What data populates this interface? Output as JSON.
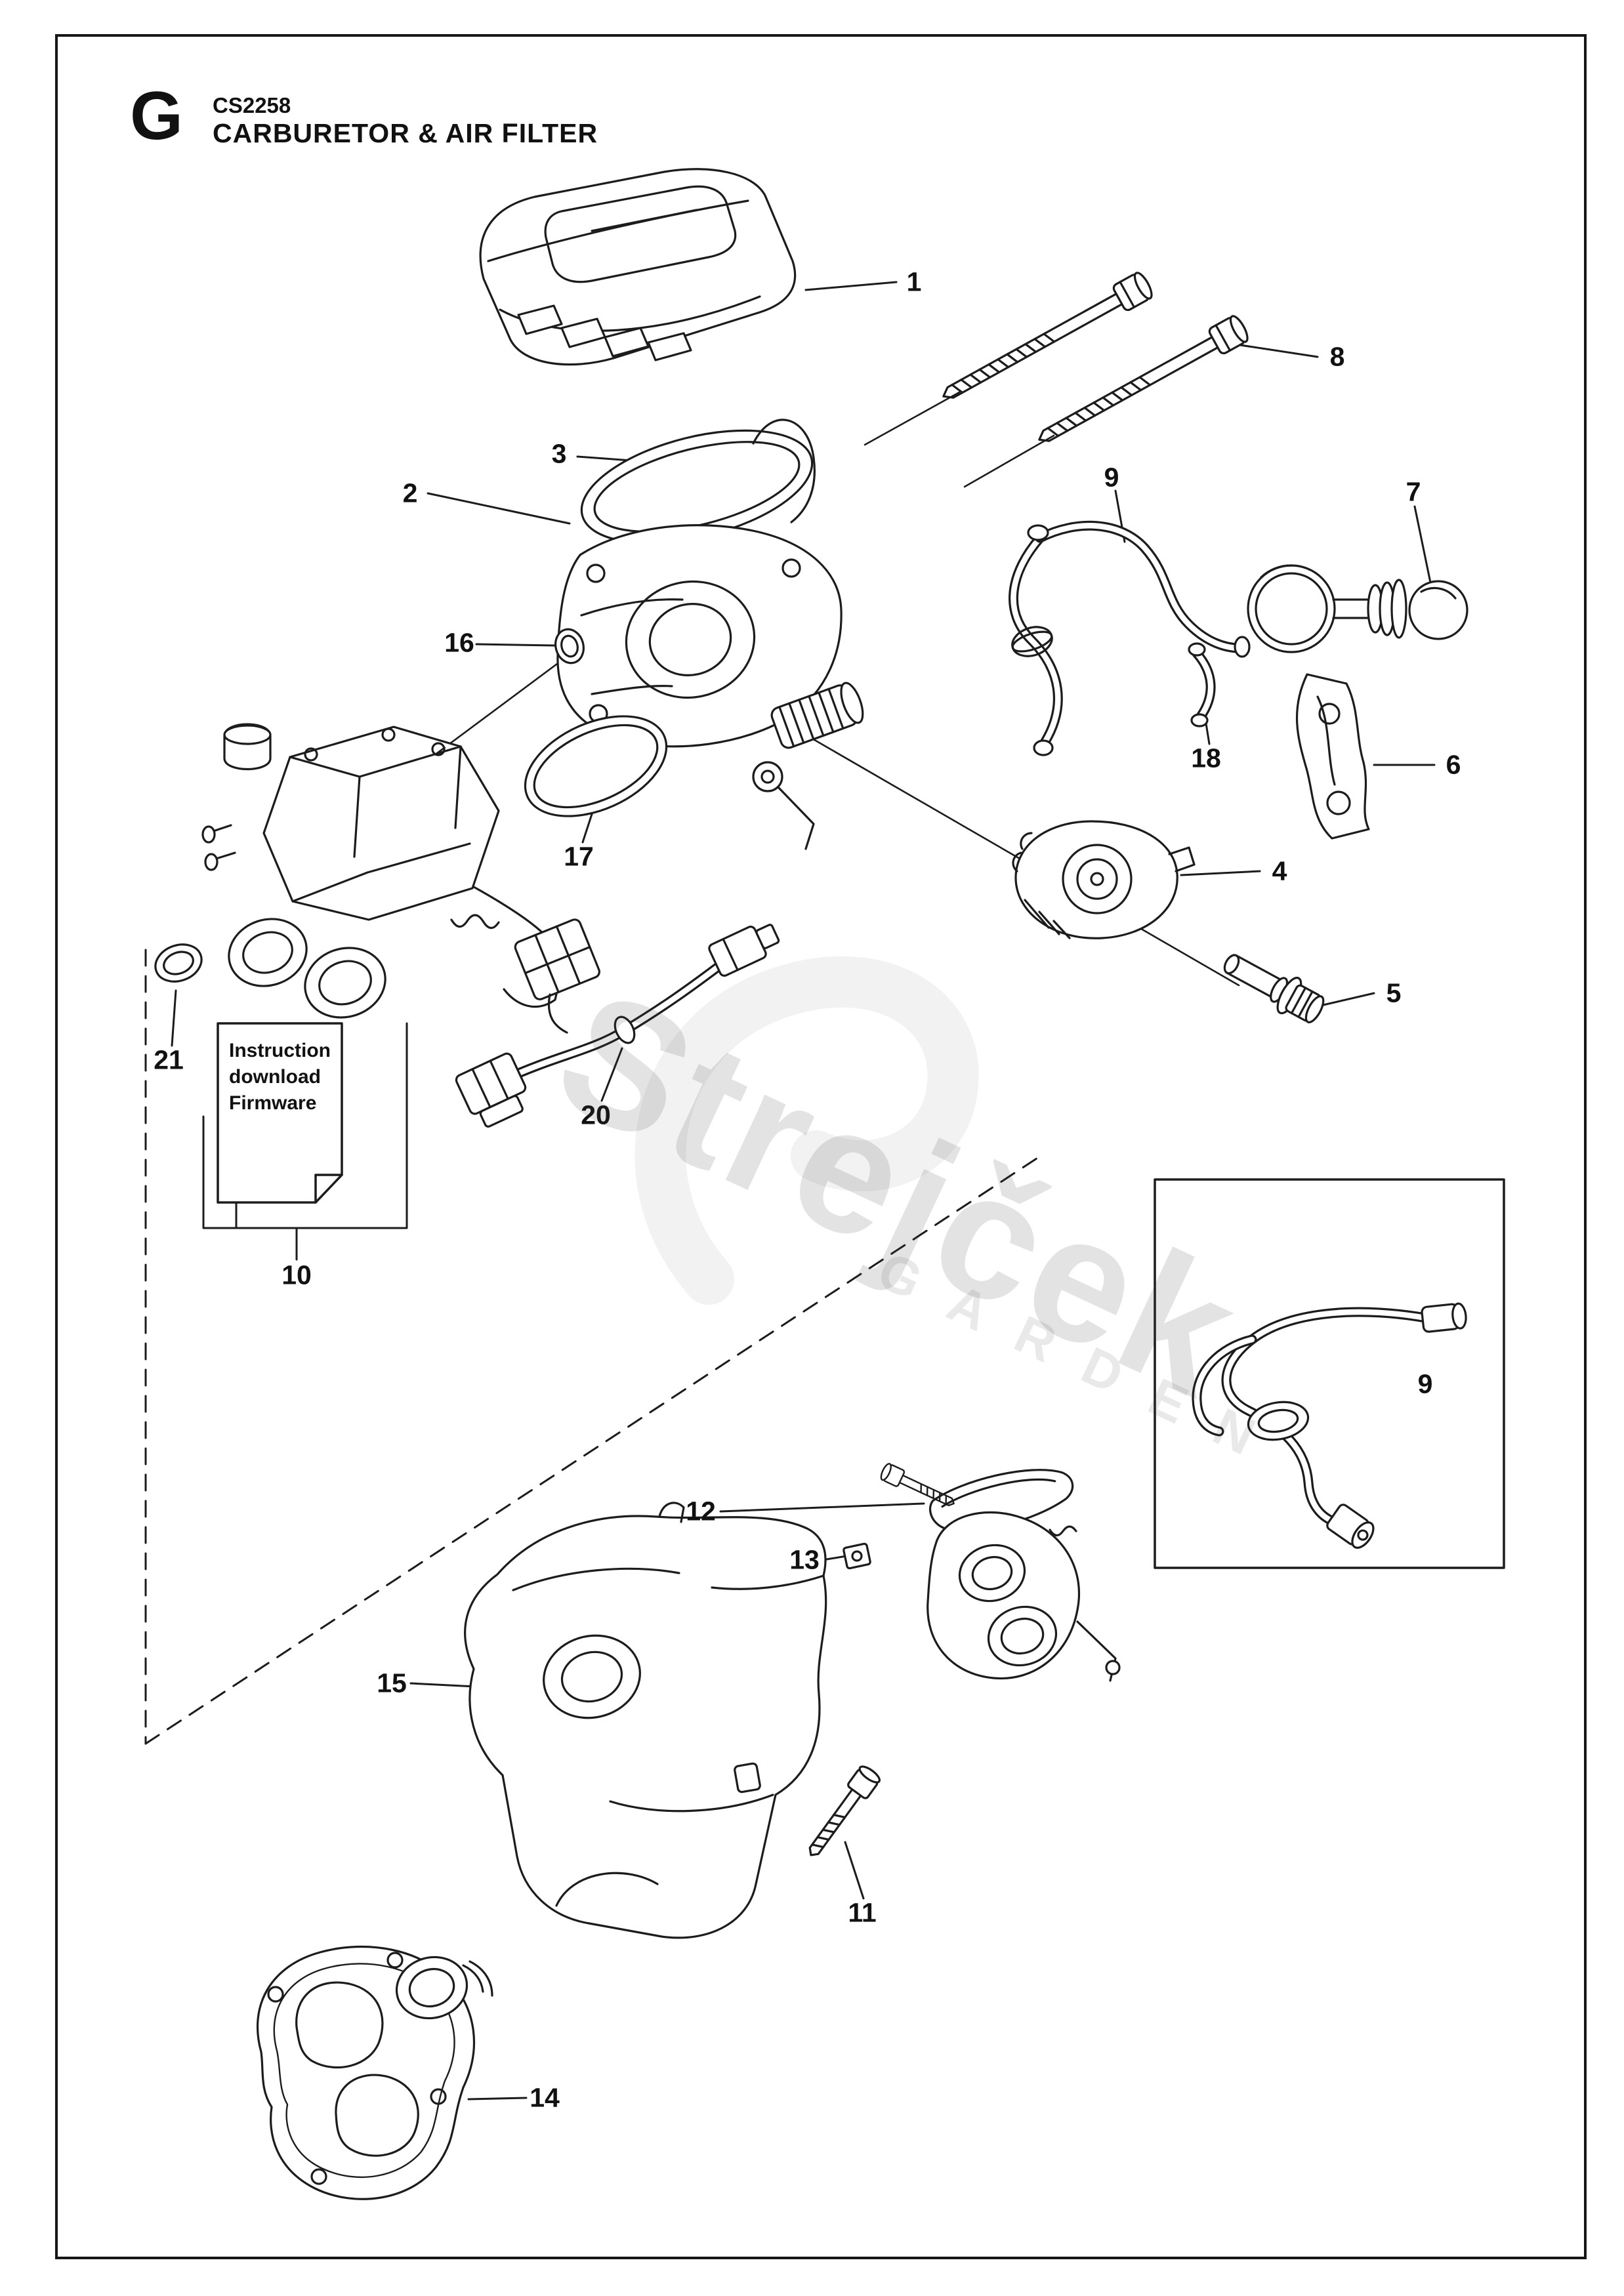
{
  "header": {
    "section_letter": "G",
    "model": "CS2258",
    "title": "CARBURETOR & AIR FILTER"
  },
  "note_box": {
    "line1": "Instruction",
    "line2": "download",
    "line3": "Firmware"
  },
  "watermark": {
    "brand": "Strejček",
    "subtitle": "GARDEN"
  },
  "callouts": [
    {
      "label": "1"
    },
    {
      "label": "2"
    },
    {
      "label": "3"
    },
    {
      "label": "4"
    },
    {
      "label": "5"
    },
    {
      "label": "6"
    },
    {
      "label": "7"
    },
    {
      "label": "8"
    },
    {
      "label": "9"
    },
    {
      "label": "9"
    },
    {
      "label": "10"
    },
    {
      "label": "11"
    },
    {
      "label": "12"
    },
    {
      "label": "13"
    },
    {
      "label": "14"
    },
    {
      "label": "15"
    },
    {
      "label": "16"
    },
    {
      "label": "17"
    },
    {
      "label": "18"
    },
    {
      "label": "20"
    },
    {
      "label": "21"
    }
  ]
}
